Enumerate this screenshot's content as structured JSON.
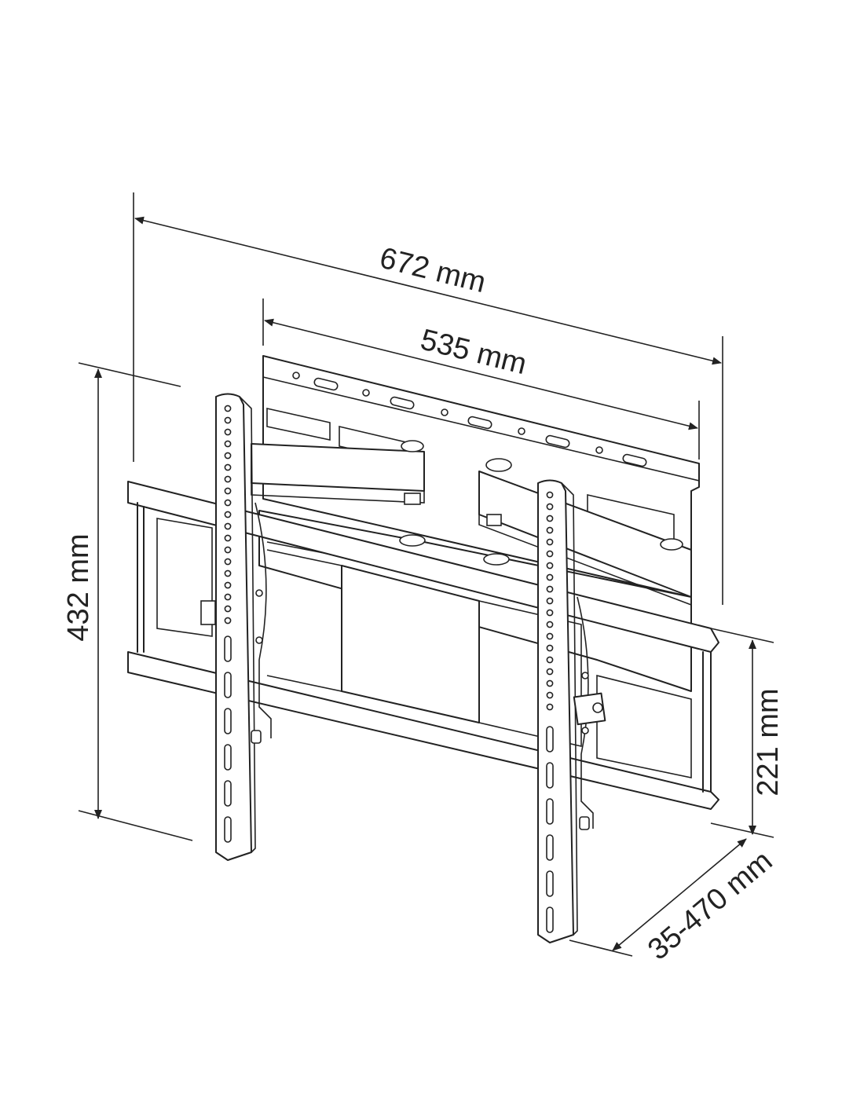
{
  "diagram": {
    "dimensions": {
      "overall_width": "672 mm",
      "wall_plate_width": "535 mm",
      "overall_height": "432 mm",
      "wall_plate_height": "221 mm",
      "extension": "35-470 mm"
    }
  }
}
